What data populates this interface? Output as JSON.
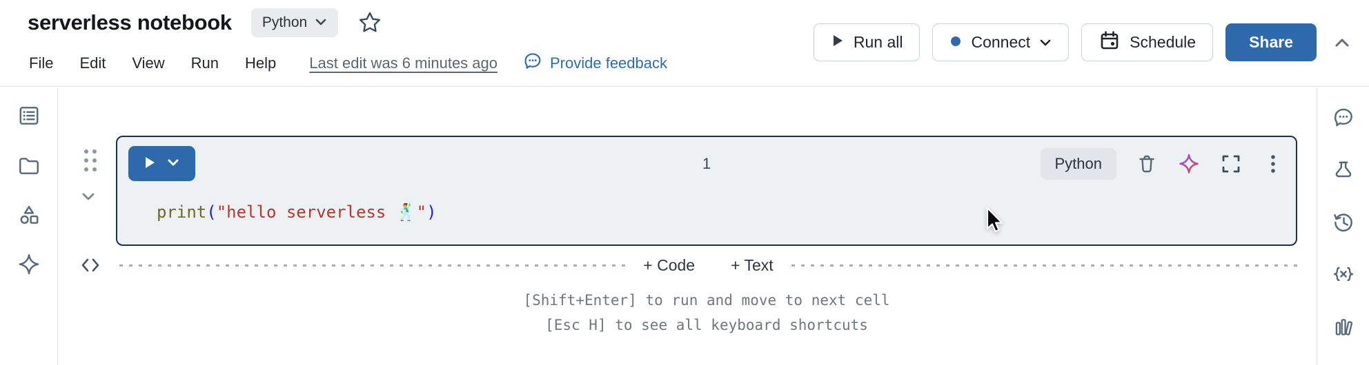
{
  "header": {
    "title": "serverless notebook",
    "kernel_chip": "Python",
    "menu": [
      "File",
      "Edit",
      "View",
      "Run",
      "Help"
    ],
    "last_edit": "Last edit was 6 minutes ago",
    "feedback_label": "Provide feedback",
    "actions": {
      "run_all": "Run all",
      "connect": "Connect",
      "schedule": "Schedule",
      "share": "Share"
    }
  },
  "left_rail_icons": [
    "table-of-contents",
    "files-folder",
    "integrations-shapes",
    "ai-sparkle"
  ],
  "right_rail_icons": [
    "comments-bubble",
    "environment-flask",
    "history-clock",
    "variables-braces",
    "library-books"
  ],
  "cell": {
    "execution_label": "1",
    "language_chip": "Python",
    "toolbar_icons": [
      "trash",
      "ai-sparkle-gradient",
      "expand-fullscreen",
      "kebab-menu"
    ],
    "code": {
      "function": "print",
      "paren_open": "(",
      "string": "\"hello serverless 🕺\"",
      "paren_close": ")"
    }
  },
  "insert_bar": {
    "code_label": "+ Code",
    "text_label": "+ Text"
  },
  "hints": {
    "line1": "[Shift+Enter] to run and move to next cell",
    "line2": "[Esc H] to see all keyboard shortcuts"
  },
  "colors": {
    "accent_blue": "#2e6aab",
    "link_blue": "#2e6cb0",
    "cell_border": "#16324c",
    "cell_bg": "#eef1f4",
    "code_function": "#6e6b1c",
    "code_paren": "#1a23d6",
    "code_string": "#b5382d",
    "rail_icon": "#56697b"
  }
}
